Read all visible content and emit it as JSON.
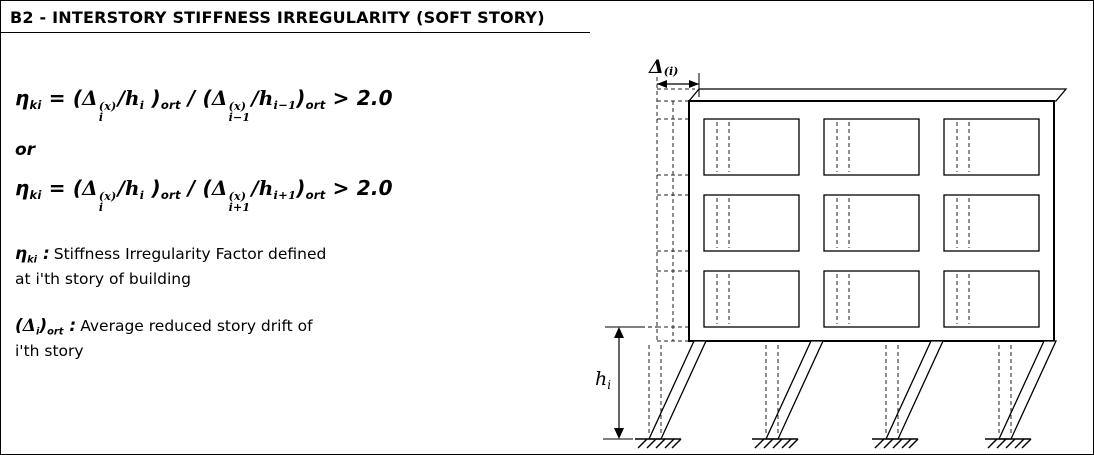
{
  "title": "B2 - INTERSTORY STIFFNESS IRREGULARITY (SOFT STORY)",
  "colors": {
    "ink": "#000000",
    "background": "#ffffff"
  },
  "formulas": {
    "or_label": "or",
    "f1": {
      "tokens": [
        {
          "t": "η"
        },
        {
          "sub": "ki"
        },
        {
          "t": " = ("
        },
        {
          "t": "Δ",
          "cls": "serif"
        },
        {
          "stack": [
            "(x)",
            "i"
          ]
        },
        {
          "t": "/",
          "cls": "serif"
        },
        {
          "t": "h",
          "cls": "serif"
        },
        {
          "sub": "i",
          "cls": "serif"
        },
        {
          "t": " )"
        },
        {
          "sub": "ort"
        },
        {
          "t": " / ("
        },
        {
          "t": "Δ",
          "cls": "serif"
        },
        {
          "stack": [
            "(x)",
            "i−1"
          ]
        },
        {
          "t": "/",
          "cls": "serif"
        },
        {
          "t": "h",
          "cls": "serif"
        },
        {
          "sub": "i−1",
          "cls": "serif"
        },
        {
          "t": ")"
        },
        {
          "sub": "ort"
        },
        {
          "t": " > 2.0"
        }
      ]
    },
    "f2": {
      "tokens": [
        {
          "t": "η"
        },
        {
          "sub": "ki"
        },
        {
          "t": " = ("
        },
        {
          "t": "Δ",
          "cls": "serif"
        },
        {
          "stack": [
            "(x)",
            "i"
          ]
        },
        {
          "t": "/",
          "cls": "serif"
        },
        {
          "t": "h",
          "cls": "serif"
        },
        {
          "sub": "i",
          "cls": "serif"
        },
        {
          "t": " )"
        },
        {
          "sub": "ort"
        },
        {
          "t": " / ("
        },
        {
          "t": "Δ",
          "cls": "serif"
        },
        {
          "stack": [
            "(x)",
            "i+1"
          ]
        },
        {
          "t": "/",
          "cls": "serif"
        },
        {
          "t": "h",
          "cls": "serif"
        },
        {
          "sub": "i+1",
          "cls": "serif"
        },
        {
          "t": ")"
        },
        {
          "sub": "ort"
        },
        {
          "t": " > 2.0"
        }
      ]
    }
  },
  "definitions": {
    "eta": {
      "term_tokens": [
        {
          "t": "η"
        },
        {
          "sub": "ki"
        },
        {
          "t": " :"
        }
      ],
      "line1": "Stiffness Irregularity Factor defined",
      "line2": "at i'th story of building"
    },
    "delta": {
      "term_tokens": [
        {
          "t": "("
        },
        {
          "t": "Δ",
          "cls": "serif"
        },
        {
          "sub": "i"
        },
        {
          "t": ")"
        },
        {
          "sub": "ort"
        },
        {
          "t": " :"
        }
      ],
      "line1": "Average reduced story drift of",
      "line2": "i'th story"
    }
  },
  "diagram": {
    "delta_label": "Δ",
    "delta_sub": "(i)",
    "h_label": "h",
    "h_sub": "i"
  }
}
